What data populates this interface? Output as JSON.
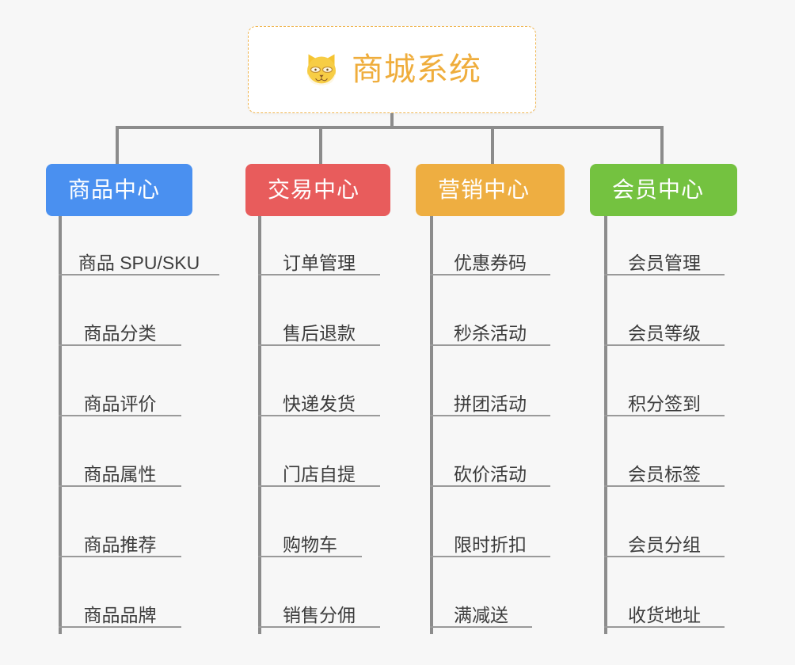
{
  "root": {
    "title": "商城系统",
    "icon": "shiba-dog-icon",
    "color": "#efad3c",
    "border_color": "#f0b652",
    "background": "#ffffff"
  },
  "canvas": {
    "background": "#f7f7f7",
    "connector_color": "#8c8c8c"
  },
  "columns": [
    {
      "header": "商品中心",
      "color": "#4a90f0",
      "items": [
        "商品 SPU/SKU",
        "商品分类",
        "商品评价",
        "商品属性",
        "商品推荐",
        "商品品牌"
      ]
    },
    {
      "header": "交易中心",
      "color": "#e85c5c",
      "items": [
        "订单管理",
        "售后退款",
        "快递发货",
        "门店自提",
        "购物车",
        "销售分佣"
      ]
    },
    {
      "header": "营销中心",
      "color": "#eeae41",
      "items": [
        "优惠券码",
        "秒杀活动",
        "拼团活动",
        "砍价活动",
        "限时折扣",
        "满减送"
      ]
    },
    {
      "header": "会员中心",
      "color": "#74c240",
      "items": [
        "会员管理",
        "会员等级",
        "积分签到",
        "会员标签",
        "会员分组",
        "收货地址"
      ]
    }
  ]
}
